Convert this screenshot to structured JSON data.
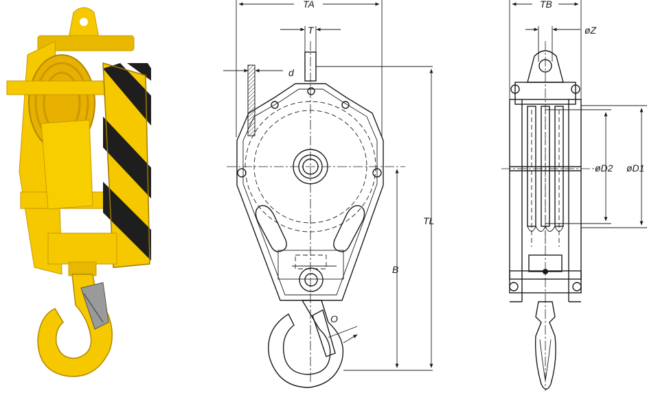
{
  "colors": {
    "block_yellow": "#f5c800",
    "block_shadow": "#c99a00",
    "stripe_black": "#1e1e1e",
    "line": "#1a1a1a",
    "background": "#ffffff"
  },
  "photo": {
    "subject": "yellow-pulley-block-with-hook"
  },
  "front_view": {
    "labels": {
      "ta": "TA",
      "t": "T",
      "d": "d",
      "tl": "TL",
      "b": "B",
      "o": "O"
    }
  },
  "side_view": {
    "labels": {
      "tb": "TB",
      "z": "øZ",
      "d2": "øD2",
      "d1": "øD1"
    }
  }
}
